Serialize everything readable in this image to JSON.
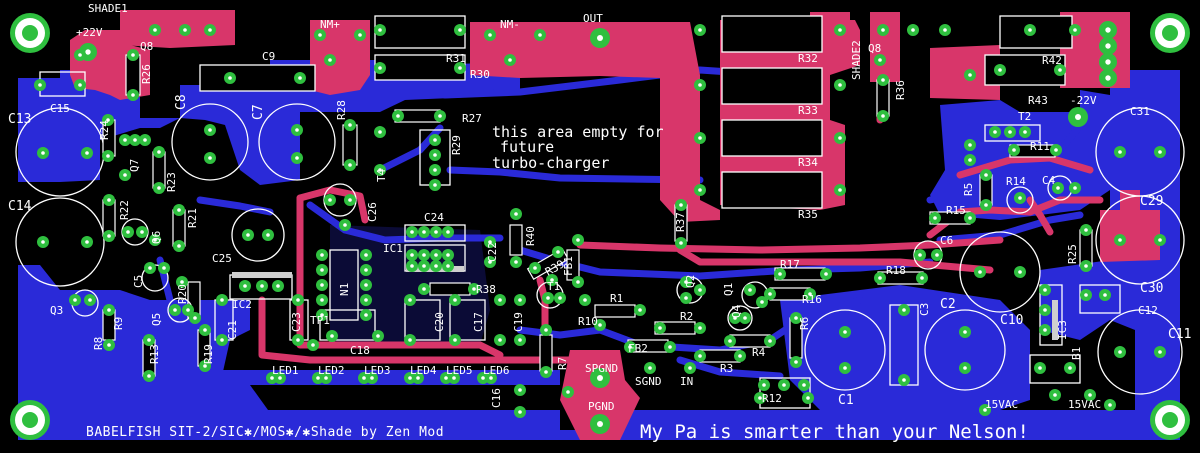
{
  "colors": {
    "background": "#000000",
    "bottom_copper": "#2a2ad8",
    "top_copper": "#d8366a",
    "pad": "#2fbf3f",
    "silkscreen": "#ffffff"
  },
  "notes": {
    "line1": "this area empty for",
    "line2": "future",
    "line3": "turbo-charger"
  },
  "footer": {
    "title": "BABELFISH SIT-2/SIC✱/MOS✱/✱Shade  by Zen Mod",
    "slogan": "My Pa is smarter than your Nelson!"
  },
  "nets": {
    "nm_plus": "NM+",
    "nm_minus": "NM-",
    "out": "OUT",
    "plus22": "+22V",
    "minus22": "-22V",
    "spgnd": "SPGND",
    "pgnd": "PGND",
    "sgnd": "SGND",
    "in": "IN",
    "vac1": "15VAC",
    "vac2": "15VAC"
  },
  "labels": {
    "shade1": "SHADE1",
    "shade2": "SHADE2",
    "q8a": "Q8",
    "q8b": "Q8",
    "r26": "R26",
    "c9": "C9",
    "c15": "C15",
    "c13": "C13",
    "c14": "C14",
    "c8": "C8",
    "c7": "C7",
    "r24": "R24",
    "q7": "Q7",
    "r23": "R23",
    "r22": "R22",
    "r21": "R21",
    "q6": "Q6",
    "c5": "C5",
    "q5": "Q5",
    "r20": "R20",
    "r19": "R19",
    "r13": "R13",
    "r9": "R9",
    "r8": "R8",
    "q3": "Q3",
    "c25": "C25",
    "ic2": "IC2",
    "c21": "C21",
    "c23": "C23",
    "tp1": "TP1",
    "r28": "R28",
    "r27": "R27",
    "r29": "R29",
    "t4": "T4",
    "r31": "R31",
    "r30": "R30",
    "c26": "C26",
    "c24": "C24",
    "ic1": "IC1",
    "c22": "C22",
    "r40": "R40",
    "r39": "R39",
    "fb1": "FB1",
    "t1": "T1",
    "r38": "R38",
    "c18": "C18",
    "c20": "C20",
    "c17": "C17",
    "c19": "C19",
    "c16": "C16",
    "r7": "R7",
    "r32": "R32",
    "r33": "R33",
    "r34": "R34",
    "r35": "R35",
    "r37": "R37",
    "r1": "R1",
    "r10": "R10",
    "fb2": "FB2",
    "r2": "R2",
    "q2": "Q2",
    "q1": "Q1",
    "q4": "Q4",
    "r3": "R3",
    "r4": "R4",
    "r6": "R6",
    "r12": "R12",
    "r16": "R16",
    "r17": "R17",
    "r18": "R18",
    "r36": "R36",
    "r42": "R42",
    "r43": "R43",
    "c31": "C31",
    "t2": "T2",
    "r11": "R11",
    "r5": "R5",
    "r14": "R14",
    "c4": "C4",
    "r15": "R15",
    "c6": "C6",
    "c29": "C29",
    "c30": "C30",
    "r25": "R25",
    "c12": "C12",
    "c11": "C11",
    "c10": "C10",
    "ic3": "IC3",
    "b1": "B1",
    "c1": "C1",
    "c2": "C2",
    "c3": "C3",
    "led1": "LED1",
    "led2": "LED2",
    "led3": "LED3",
    "led4": "LED4",
    "led5": "LED5",
    "led6": "LED6",
    "n1": "N1"
  }
}
